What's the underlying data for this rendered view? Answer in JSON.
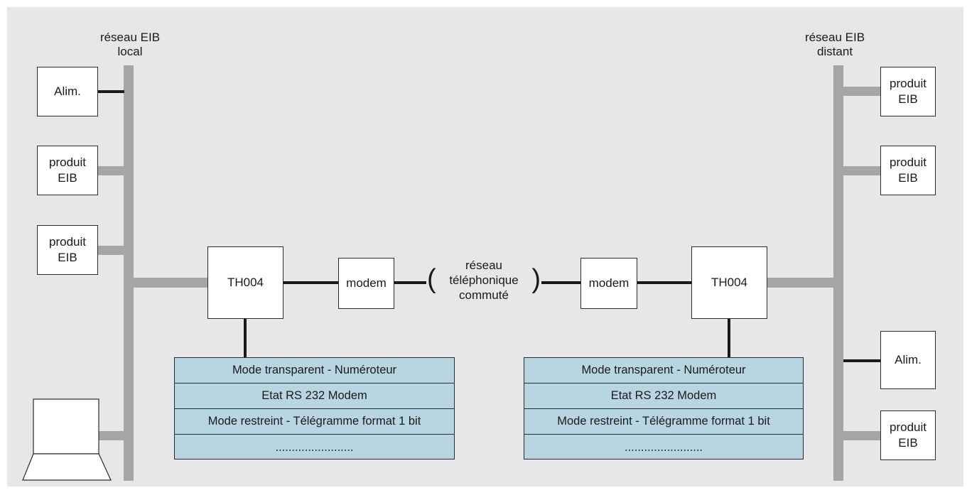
{
  "local_network": {
    "label": "réseau EIB\nlocal",
    "devices": [
      {
        "type": "power",
        "label": "Alim."
      },
      {
        "type": "product",
        "label": "produit\nEIB"
      },
      {
        "type": "product",
        "label": "produit\nEIB"
      },
      {
        "type": "laptop",
        "label": ""
      }
    ]
  },
  "remote_network": {
    "label": "réseau EIB\ndistant",
    "devices": [
      {
        "type": "product",
        "label": "produit\nEIB"
      },
      {
        "type": "product",
        "label": "produit\nEIB"
      },
      {
        "type": "power",
        "label": "Alim."
      },
      {
        "type": "product",
        "label": "produit\nEIB"
      }
    ]
  },
  "gateway_left": {
    "label": "TH004"
  },
  "gateway_right": {
    "label": "TH004"
  },
  "modem_left": {
    "label": "modem"
  },
  "modem_right": {
    "label": "modem"
  },
  "phone_network": {
    "label": "réseau\ntéléphonique\ncommuté"
  },
  "modes_left": [
    "Mode transparent - Numéroteur",
    "Etat RS 232 Modem",
    "Mode restreint - Télégramme format 1 bit",
    "........................"
  ],
  "modes_right": [
    "Mode transparent - Numéroteur",
    "Etat RS 232 Modem",
    "Mode restreint - Télégramme format 1 bit",
    "........................"
  ],
  "colors": {
    "background": "#e7e7e9",
    "bus": "#a6a6a6",
    "table_fill": "#b8d5e2",
    "line": "#1a1a1a"
  }
}
